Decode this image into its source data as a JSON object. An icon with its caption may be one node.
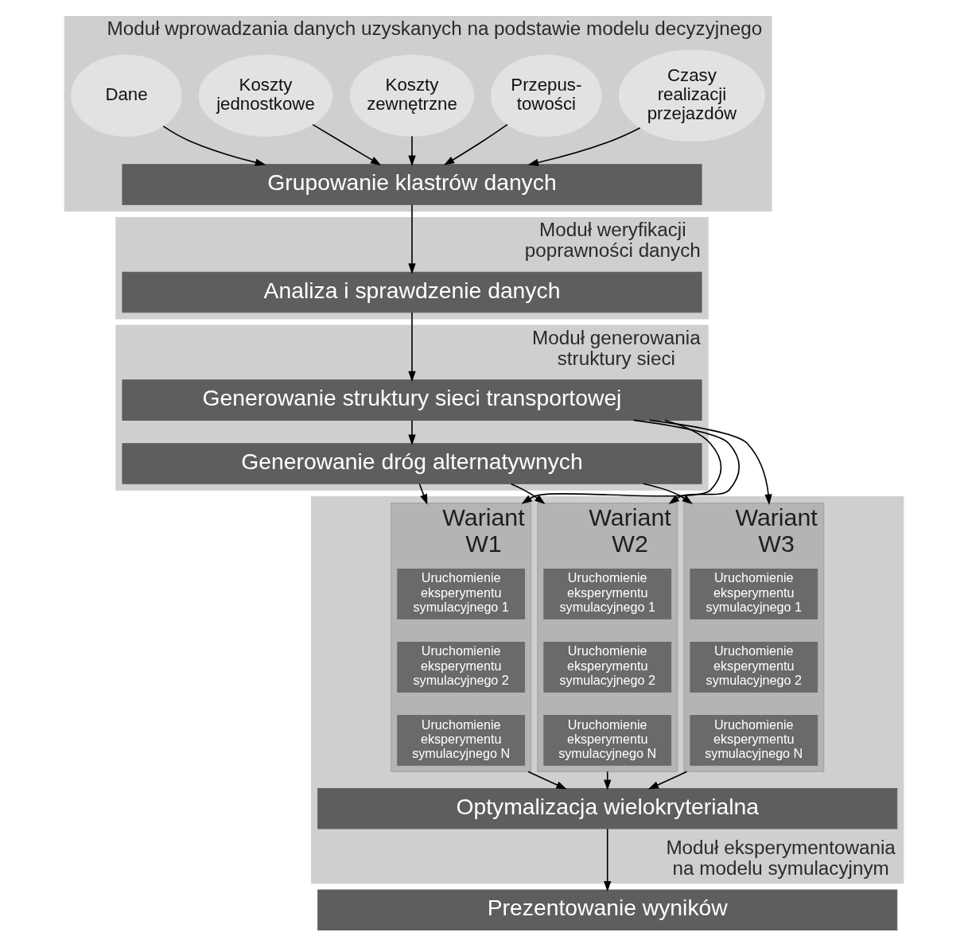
{
  "diagram": {
    "nodes": [
      {
        "text": [
          "Moduł wprowadzania danych uzyskanych na podstawie modelu decyzyjnego"
        ]
      },
      {
        "text": [
          "Dane"
        ],
        "in": 0
      },
      {
        "text": [
          "Koszty jednostkowe"
        ],
        "in": 0
      },
      {
        "text": [
          "Koszty zewnętrzne"
        ],
        "in": 0
      },
      {
        "text": [
          "Przepus- towości"
        ],
        "in": 0
      },
      {
        "text": [
          "Czasy realizacji przejazdów"
        ],
        "in": 0
      },
      {
        "text": [
          "Grupowanie klastrów danych"
        ],
        "in": 0
      },
      {
        "text": [
          "Moduł weryfikacji poprawności danych"
        ]
      },
      {
        "text": [
          "Analiza i sprawdzenie danych"
        ],
        "in": 7
      },
      {
        "text": [
          "Moduł generowania struktury sieci"
        ]
      },
      {
        "text": [
          "Generowanie struktury sieci transportowej"
        ],
        "in": 9
      },
      {
        "text": [
          "Generowanie dróg alternatywnych"
        ],
        "in": 9
      },
      {
        "text": [
          "Moduł eksperymentowania na modelu symulacyjnym"
        ]
      },
      {
        "text": [
          "Wariant W1"
        ],
        "in": 12
      },
      {
        "text": [
          "Uruchomienie eksperymentu symulacyjnego 1"
        ],
        "in": 13
      },
      {
        "text": [
          "Uruchomienie eksperymentu symulacyjnego 2"
        ],
        "in": 13
      },
      {
        "text": [
          "Uruchomienie eksperymentu symulacyjnego N"
        ],
        "in": 13
      },
      {
        "text": [
          "Wariant W2"
        ],
        "in": 12
      },
      {
        "text": [
          "Uruchomienie eksperymentu symulacyjnego 1"
        ],
        "in": 17
      },
      {
        "text": [
          "Uruchomienie eksperymentu symulacyjnego 2"
        ],
        "in": 17
      },
      {
        "text": [
          "Uruchomienie eksperymentu symulacyjnego N"
        ],
        "in": 17
      },
      {
        "text": [
          "Wariant W3"
        ],
        "in": 12
      },
      {
        "text": [
          "Uruchomienie eksperymentu symulacyjnego 1"
        ],
        "in": 21
      },
      {
        "text": [
          "Uruchomienie eksperymentu symulacyjnego 2"
        ],
        "in": 21
      },
      {
        "text": [
          "Uruchomienie eksperymentu symulacyjnego N"
        ],
        "in": 21
      },
      {
        "text": [
          "Optymalizacja wielokryterialna"
        ],
        "in": 12
      },
      {
        "text": [
          "Prezentowanie wyników"
        ]
      }
    ],
    "edges": [
      {
        "from": 1,
        "to": 6,
        "arrow": "to"
      },
      {
        "from": 2,
        "to": 6,
        "arrow": "to"
      },
      {
        "from": 3,
        "to": 6,
        "arrow": "to"
      },
      {
        "from": 4,
        "to": 6,
        "arrow": "to"
      },
      {
        "from": 5,
        "to": 6,
        "arrow": "to"
      },
      {
        "from": 6,
        "to": 8,
        "arrow": "to"
      },
      {
        "from": 8,
        "to": 10,
        "arrow": "to"
      },
      {
        "from": 10,
        "to": 11,
        "arrow": "to"
      },
      {
        "from": 10,
        "to": 13,
        "arrow": "to"
      },
      {
        "from": 11,
        "to": 13,
        "arrow": "to"
      },
      {
        "from": 10,
        "to": 17,
        "arrow": "to"
      },
      {
        "from": 11,
        "to": 17,
        "arrow": "to"
      },
      {
        "from": 10,
        "to": 21,
        "arrow": "to"
      },
      {
        "from": 11,
        "to": 21,
        "arrow": "to"
      },
      {
        "from": 13,
        "to": 25,
        "arrow": "to"
      },
      {
        "from": 17,
        "to": 25,
        "arrow": "to"
      },
      {
        "from": 21,
        "to": 25,
        "arrow": "to"
      },
      {
        "from": 25,
        "to": 26,
        "arrow": "to"
      }
    ]
  }
}
